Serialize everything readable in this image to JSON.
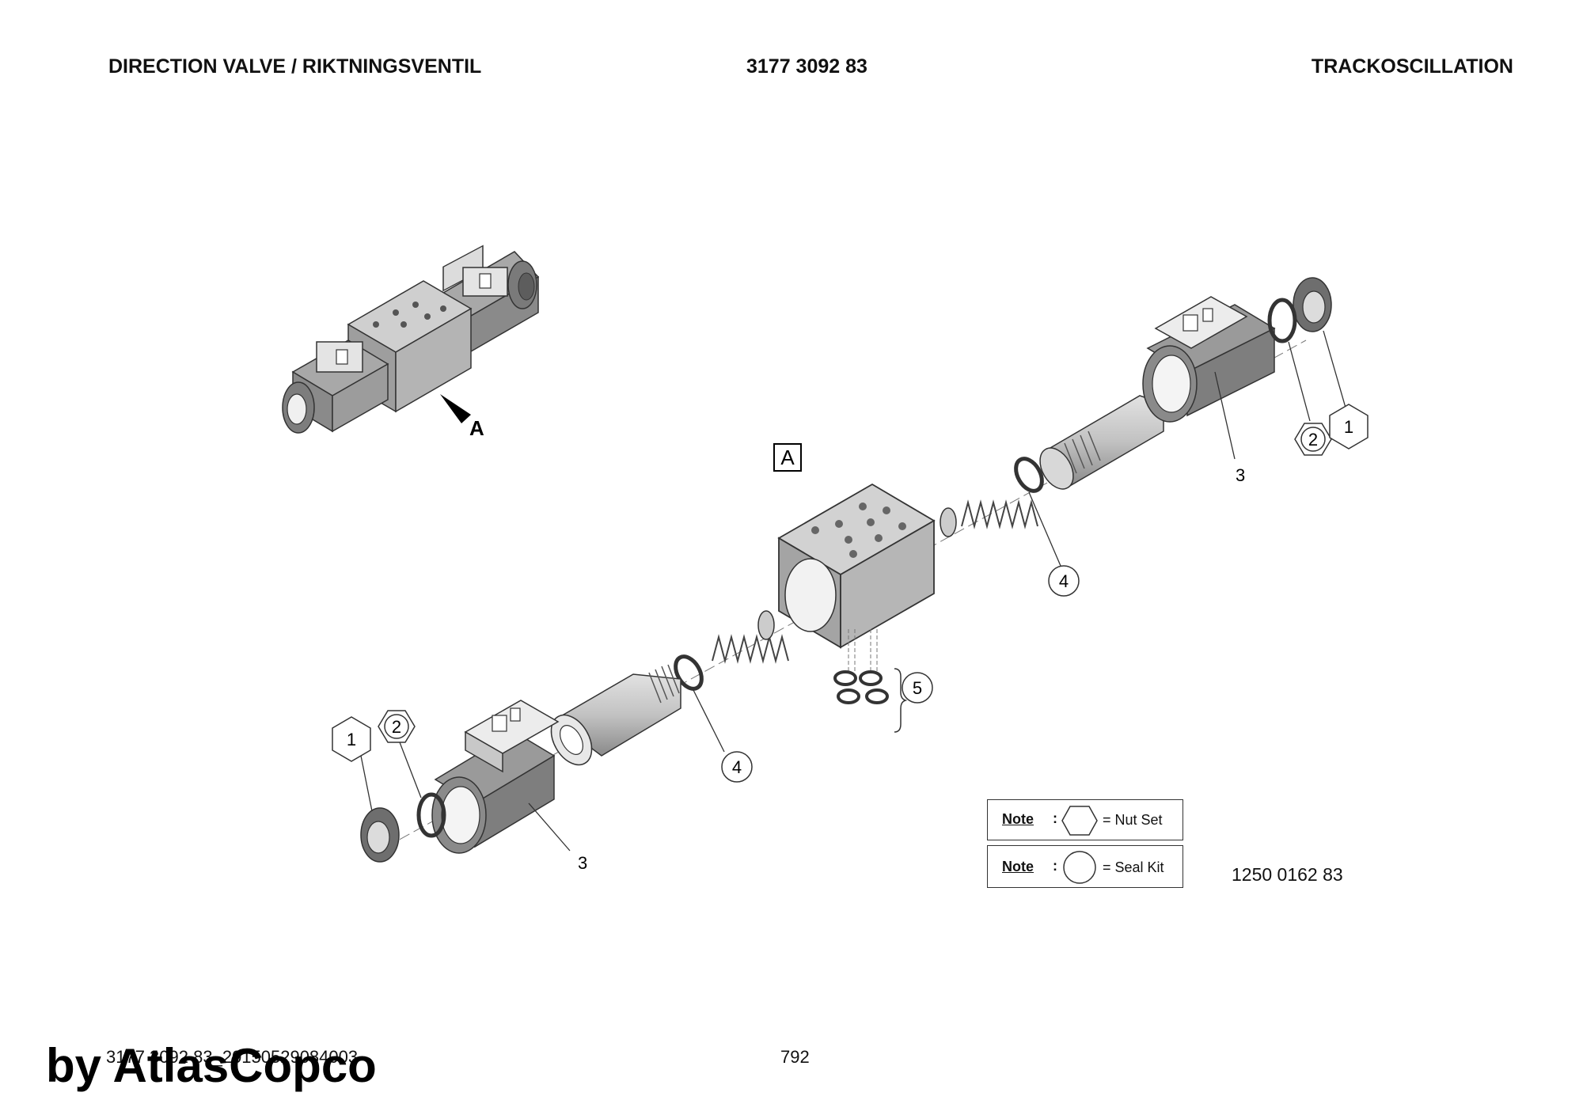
{
  "header": {
    "title": "DIRECTION VALVE / RIKTNINGSVENTIL",
    "part_number": "3177 3092 83",
    "section": "TRACKOSCILLATION"
  },
  "diagram": {
    "detail_marker": "A",
    "detail_box_label": "A",
    "callouts": {
      "nut_left": "1",
      "ring_left": "2",
      "coil_left": "3",
      "oring_left": "4",
      "seals": "5",
      "oring_right": "4",
      "coil_right": "3",
      "ring_right": "2",
      "nut_right": "1"
    }
  },
  "legend": {
    "nut_set": {
      "label": "Note",
      "colon": ":",
      "text": "= Nut Set",
      "symbol": "hexagon-icon"
    },
    "seal_kit": {
      "label": "Note",
      "colon": ":",
      "text": "= Seal Kit",
      "symbol": "circle-icon"
    }
  },
  "reference_number": "1250 0162 83",
  "footer": {
    "doc_id": "3177 3092 83_20150529084003",
    "page": "792",
    "watermark": "by AtlasCopco"
  }
}
